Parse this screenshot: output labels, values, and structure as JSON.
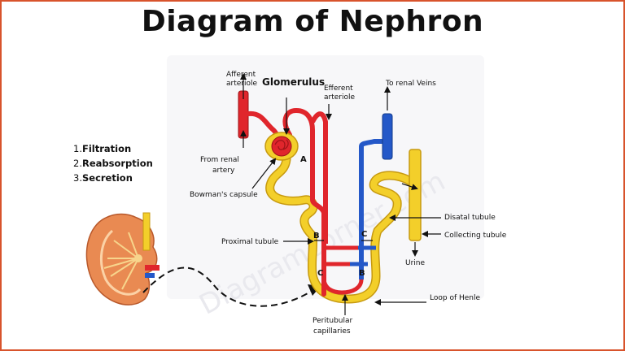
{
  "title": "Diagram of Nephron",
  "watermark": "Diagramcorner.com",
  "steps": [
    {
      "num": "1.",
      "text": "Filtration"
    },
    {
      "num": "2.",
      "text": "Reabsorption"
    },
    {
      "num": "3.",
      "text": "Secretion"
    }
  ],
  "labels": {
    "afferent_1": "Afferent",
    "afferent_2": "arteriole",
    "glomerulus": "Glomerulus",
    "efferent_1": "Efferent",
    "efferent_2": "arteriole",
    "to_renal_veins": "To renal Veins",
    "from_renal_1": "From renal",
    "from_renal_2": "artery",
    "bowmans": "Bowman's capsule",
    "proximal": "Proximal tubule",
    "distal": "Disatal tubule",
    "collecting": "Collecting tubule",
    "urine": "Urine",
    "loop": "Loop of Henle",
    "peritubular_1": "Peritubular",
    "peritubular_2": "capillaries",
    "a": "A",
    "b1": "B",
    "b2": "B",
    "c1": "C",
    "c2": "C"
  },
  "colors": {
    "frame": "#d8532c",
    "artery": "#e0262c",
    "vein": "#2458c8",
    "tubule": "#f3cf2a",
    "tubule_edge": "#c79a10"
  }
}
